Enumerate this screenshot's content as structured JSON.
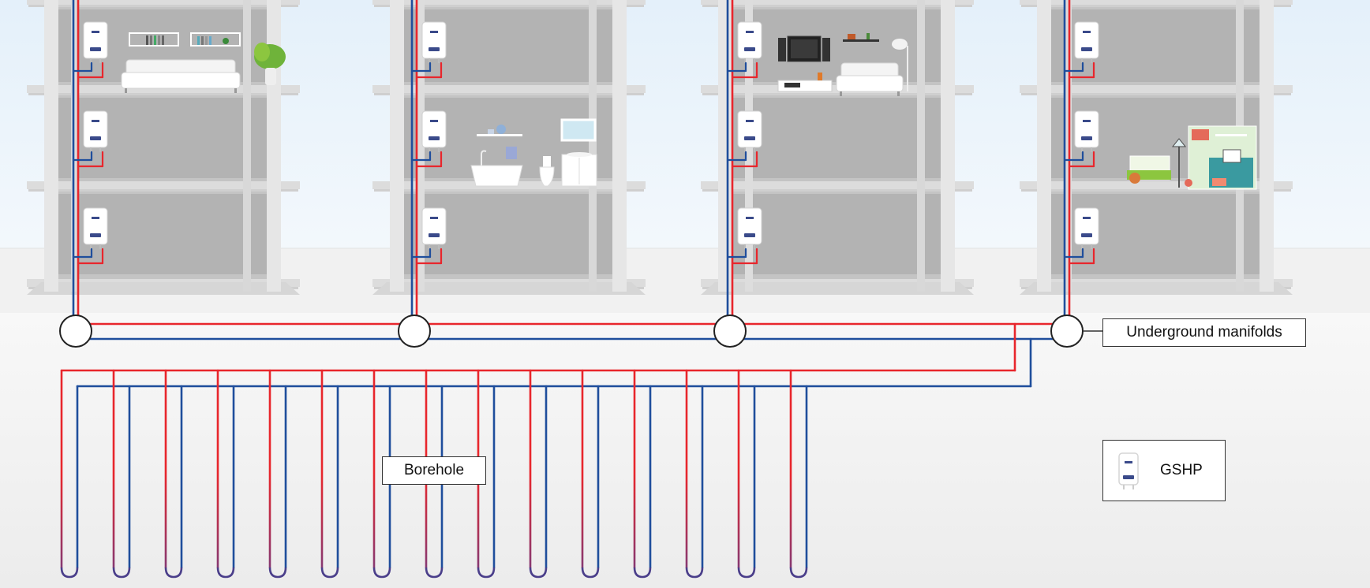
{
  "labels": {
    "manifolds": "Underground manifolds",
    "borehole": "Borehole"
  },
  "legend": {
    "gshp": "GSHP"
  },
  "diagram": {
    "buildings": [
      {
        "rooms": [
          "living-room",
          "empty",
          "empty"
        ]
      },
      {
        "rooms": [
          "empty",
          "bathroom",
          "empty"
        ]
      },
      {
        "rooms": [
          "tv-lounge",
          "empty",
          "empty"
        ]
      },
      {
        "rooms": [
          "empty",
          "kids-room",
          "empty"
        ]
      }
    ],
    "heat_pumps_per_building": 3,
    "manifold_count": 4,
    "borehole_count": 15,
    "colors": {
      "hot_pipe": "#e8262c",
      "cold_pipe": "#1f4e9c",
      "room_fill": "#b3b3b3",
      "frame": "#dcdcdc",
      "sky": "#eaf3fa",
      "ground": "#f3f3f3"
    }
  }
}
